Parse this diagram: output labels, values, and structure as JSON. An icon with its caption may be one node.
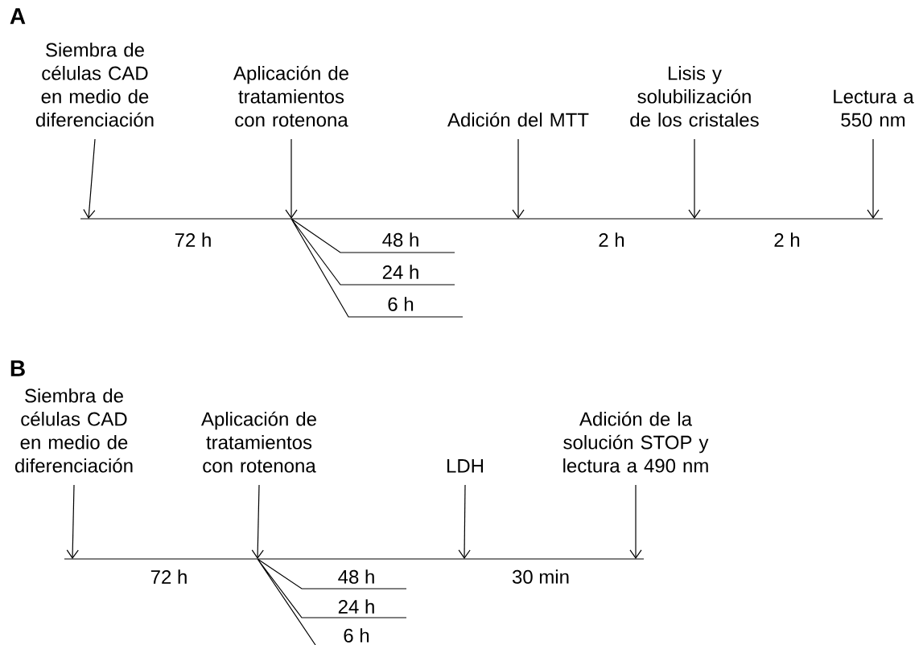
{
  "diagram": {
    "nodes": [
      {
        "text": [
          "Siembra de células CAD en medio de diferenciación"
        ]
      },
      {
        "text": [
          "Aplicación de tratamientos con rotenona"
        ]
      },
      {
        "text": [
          "Adición del MTT"
        ]
      },
      {
        "text": [
          "Lisis y solubilización de los cristales"
        ]
      },
      {
        "text": [
          "Lectura a 550 nm"
        ]
      },
      {
        "text": [
          "Siembra de células CAD en medio de diferenciación"
        ]
      },
      {
        "text": [
          "Aplicación de tratamientos con rotenona"
        ]
      },
      {
        "text": [
          "LDH"
        ]
      },
      {
        "text": [
          "Adición de la solución STOP y lectura a 490 nm"
        ]
      }
    ],
    "edges": [
      {
        "from": 0,
        "to": null,
        "arrow": "to"
      },
      {
        "from": 1,
        "to": null,
        "arrow": "to"
      },
      {
        "from": 2,
        "to": null,
        "arrow": "to"
      },
      {
        "from": 3,
        "to": null,
        "arrow": "to"
      },
      {
        "from": 4,
        "to": null,
        "arrow": "to"
      },
      {
        "from": 5,
        "to": null,
        "arrow": "to"
      },
      {
        "from": 6,
        "to": null,
        "arrow": "to"
      },
      {
        "from": 7,
        "to": null,
        "arrow": "to"
      },
      {
        "from": 8,
        "to": null,
        "arrow": "to"
      }
    ],
    "labels": [
      "A",
      "72 h",
      "48 h",
      "2 h",
      "2 h",
      "24 h",
      "6 h",
      "B",
      "72 h",
      "48 h",
      "30 min",
      "24 h",
      "6 h"
    ]
  }
}
